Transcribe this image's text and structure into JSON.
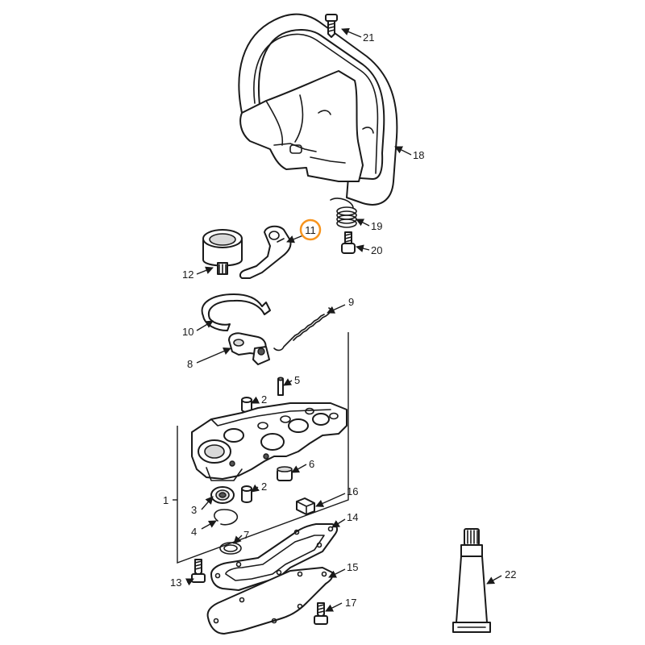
{
  "diagram": {
    "highlight_color": "#f7941d",
    "callouts": {
      "c1": "1",
      "c2a": "2",
      "c2b": "2",
      "c3": "3",
      "c4": "4",
      "c5": "5",
      "c6": "6",
      "c7": "7",
      "c8": "8",
      "c9": "9",
      "c10": "10",
      "c11": "11",
      "c12": "12",
      "c13": "13",
      "c14": "14",
      "c15": "15",
      "c16": "16",
      "c17": "17",
      "c18": "18",
      "c19": "19",
      "c20": "20",
      "c21": "21",
      "c22": "22"
    }
  }
}
